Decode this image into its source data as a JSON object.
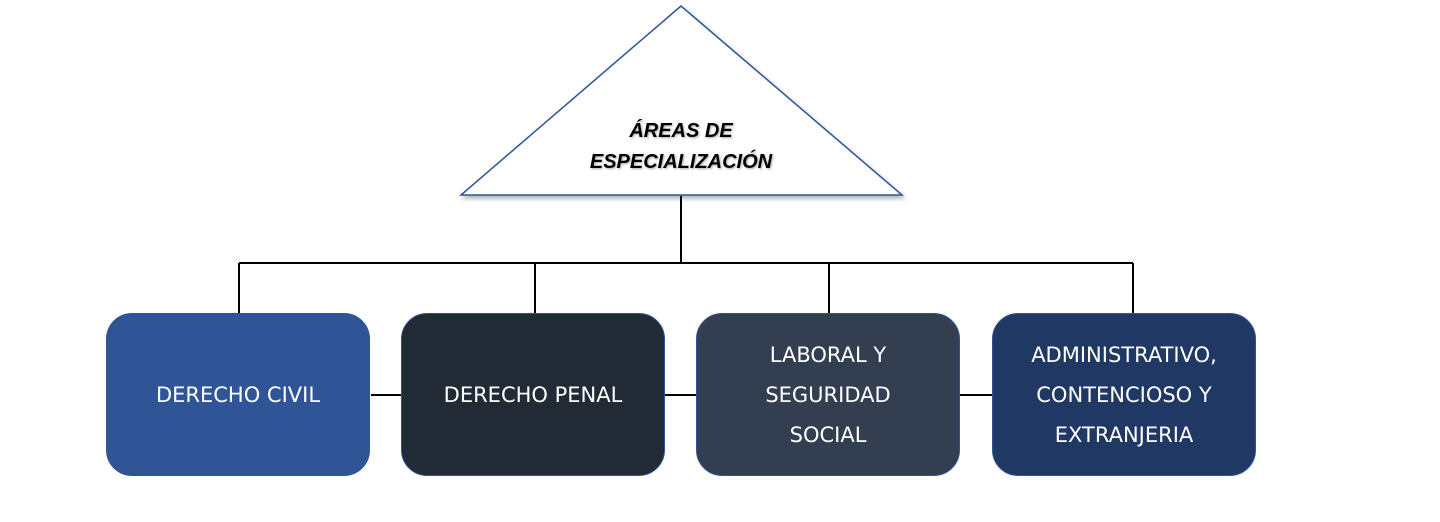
{
  "title": {
    "line1": "ÁREAS DE",
    "line2": "ESPECIALIZACIÓN"
  },
  "areas": [
    {
      "label": "DERECHO CIVIL",
      "color": "#2F5597"
    },
    {
      "label": "DERECHO PENAL",
      "color": "#222A35"
    },
    {
      "label": "LABORAL Y\nSEGURIDAD\nSOCIAL",
      "color": "#333F50"
    },
    {
      "label": "ADMINISTRATIVO,\nCONTENCIOSO Y\nEXTRANJERIA",
      "color": "#203864"
    }
  ]
}
